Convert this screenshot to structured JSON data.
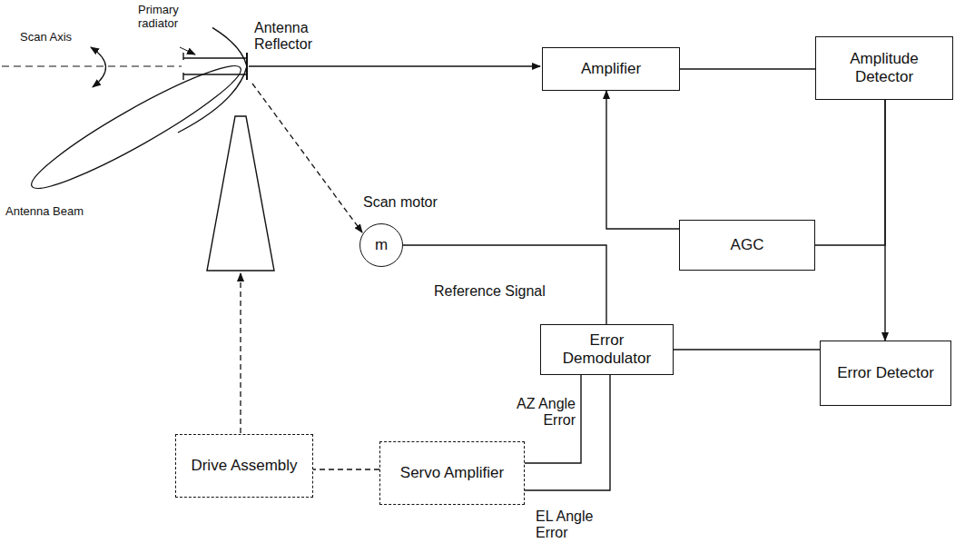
{
  "diagram": {
    "nodes": [
      {
        "text": [
          "Amplifier"
        ]
      },
      {
        "text": [
          "Amplitude Detector"
        ]
      },
      {
        "text": [
          "m"
        ]
      },
      {
        "text": [
          "AGC"
        ]
      },
      {
        "text": [
          "Error Demodulator"
        ]
      },
      {
        "text": [
          "Error Detector"
        ]
      },
      {
        "text": [
          "Drive Assembly"
        ]
      },
      {
        "text": [
          "Servo Amplifier"
        ]
      }
    ],
    "edges": [
      {
        "from": 0,
        "to": 1,
        "arrow": "none"
      },
      {
        "from": 1,
        "to": 3,
        "arrow": "none"
      },
      {
        "from": 1,
        "to": 5,
        "arrow": "to"
      },
      {
        "from": 3,
        "to": 0,
        "arrow": "to"
      },
      {
        "from": 5,
        "to": 4,
        "arrow": "none"
      },
      {
        "from": 2,
        "to": 4,
        "label": "Reference Signal",
        "arrow": "none"
      },
      {
        "from": 4,
        "to": 7,
        "label": "AZ Angle Error",
        "arrow": "none"
      },
      {
        "from": 4,
        "to": 7,
        "label": "EL Angle Error",
        "arrow": "none"
      },
      {
        "from": 7,
        "to": 6,
        "arrow": "none"
      }
    ],
    "labels": [
      "Primary radiator",
      "Antenna Reflector",
      "Scan Axis",
      "Antenna Beam",
      "Scan motor"
    ]
  }
}
